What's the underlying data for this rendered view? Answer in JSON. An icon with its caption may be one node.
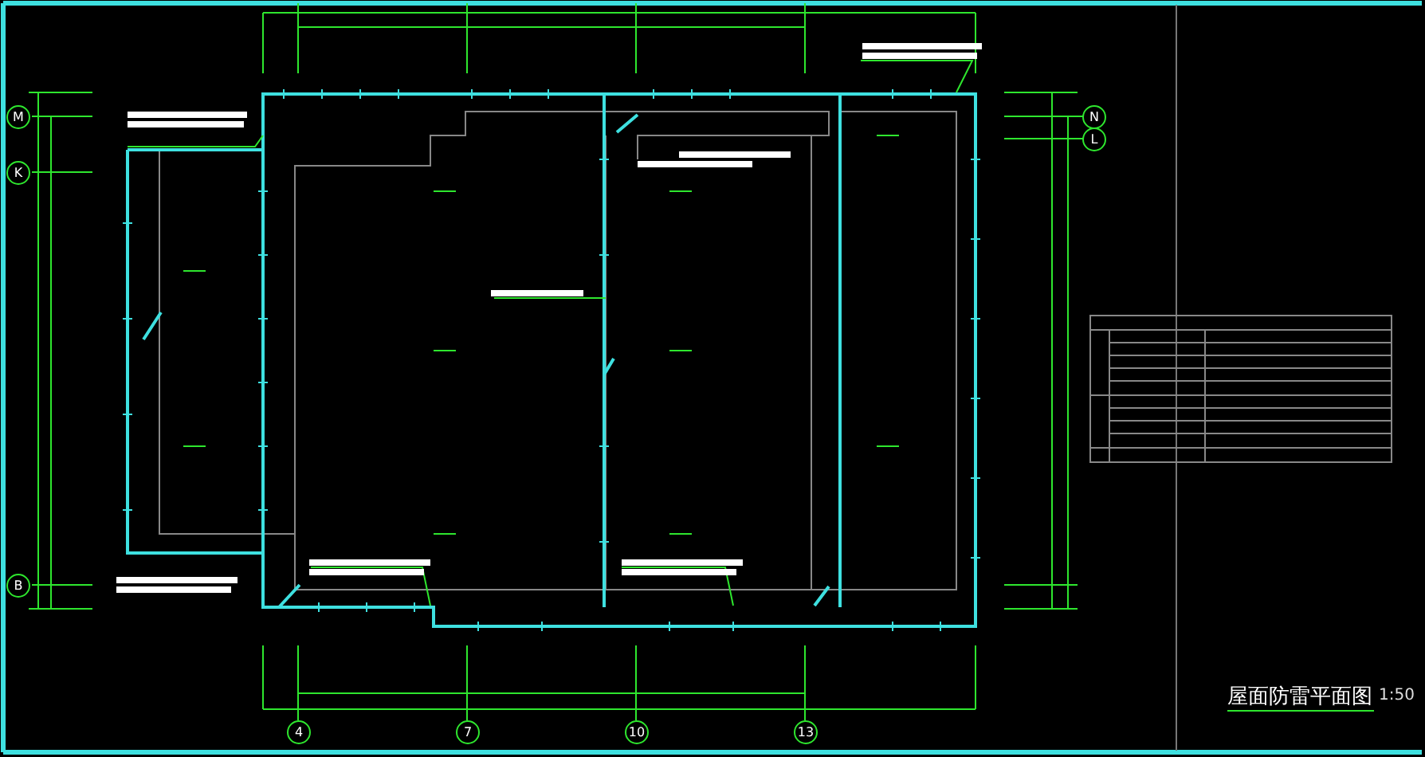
{
  "diagram": {
    "title": "屋面防雷平面图",
    "labels": [
      "1:50",
      "M",
      "K",
      "B",
      "N",
      "L",
      "4",
      "7",
      "10",
      "13"
    ]
  }
}
